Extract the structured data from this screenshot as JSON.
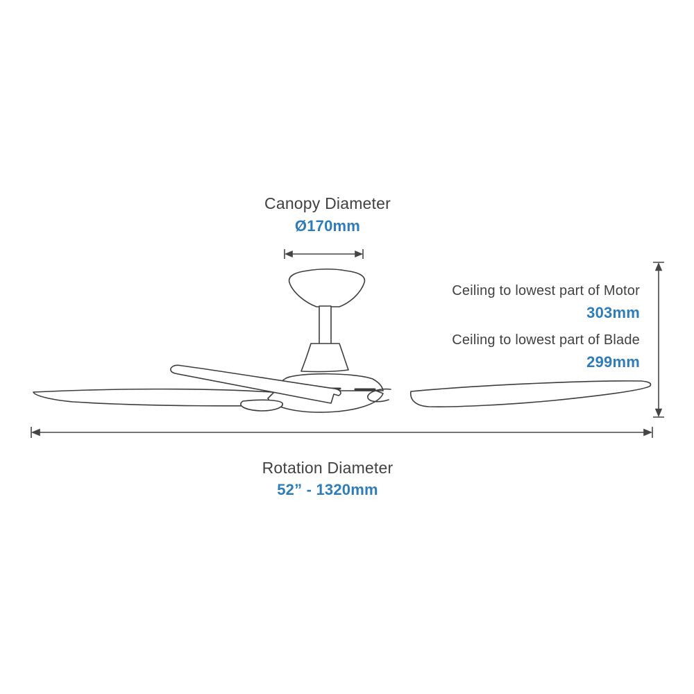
{
  "diagram_title": "Ceiling fan dimension diagram",
  "colors": {
    "accent_blue": "#2e7cb8",
    "text_dark": "#414042",
    "dimension_line": "#454545",
    "drawing_stroke": "#3c3c3c",
    "background": "#ffffff"
  },
  "dimensions": {
    "canopy": {
      "label": "Canopy Diameter",
      "value": "Ø170mm"
    },
    "motor": {
      "label": "Ceiling to lowest part of Motor",
      "value": "303mm"
    },
    "blade": {
      "label": "Ceiling to lowest part of Blade",
      "value": "299mm"
    },
    "rotation": {
      "label": "Rotation Diameter",
      "value": "52” - 1320mm"
    }
  }
}
